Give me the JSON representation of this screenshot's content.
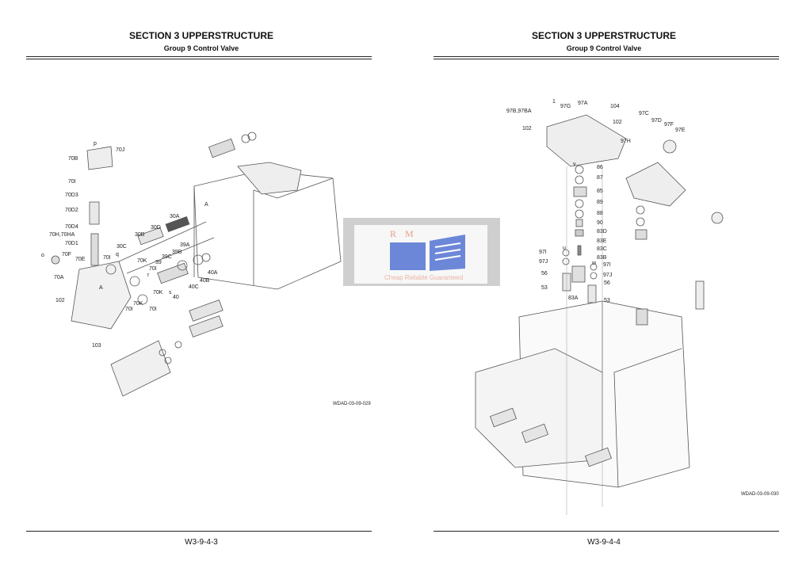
{
  "left_page": {
    "section_title": "SECTION 3 UPPERSTRUCTURE",
    "group_title": "Group 9 Control Valve",
    "figure_id": "WDAD-03-09-029",
    "page_number": "W3-9-4-3",
    "callouts": [
      "p",
      "70J",
      "70B",
      "70I",
      "70D3",
      "70D2",
      "70D4",
      "70H,70HA",
      "70D1",
      "70F",
      "70E",
      "70A",
      "102",
      "103",
      "30A",
      "30D",
      "30B",
      "30C",
      "q",
      "70I",
      "70K",
      "39A",
      "39B",
      "39C",
      "39",
      "70I",
      "r",
      "40A",
      "40B",
      "40C",
      "70K",
      "s",
      "40",
      "70K",
      "70I",
      "70I",
      "o",
      "A",
      "A"
    ]
  },
  "right_page": {
    "section_title": "SECTION 3 UPPERSTRUCTURE",
    "group_title": "Group 9 Control Valve",
    "figure_id": "WDAD-03-09-030",
    "page_number": "W3-9-4-4",
    "callouts": [
      "1",
      "97B,97BA",
      "97G",
      "97A",
      "104",
      "102",
      "102",
      "97C",
      "97D",
      "97F",
      "97E",
      "97H",
      "v",
      "86",
      "87",
      "85",
      "89",
      "88",
      "90",
      "83D",
      "83E",
      "83C",
      "83B",
      "97I",
      "u",
      "97J",
      "w",
      "97I",
      "97J",
      "56",
      "56",
      "53",
      "53",
      "83A"
    ]
  },
  "watermark": {
    "logo_text": "R M",
    "tagline": "Cheap Reliable Guaranteed"
  }
}
